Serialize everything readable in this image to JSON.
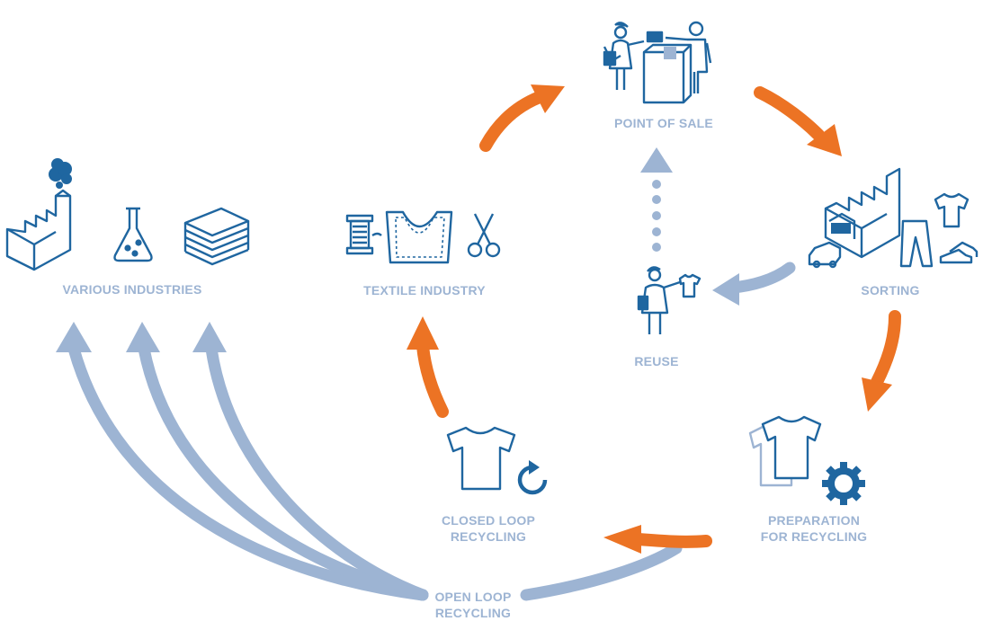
{
  "colors": {
    "orange": "#ec7324",
    "light_blue": "#9db4d3",
    "dark_blue": "#1f66a0",
    "label": "#9db4d3"
  },
  "nodes": {
    "various_industries": {
      "label": "VARIOUS INDUSTRIES",
      "icons": [
        "factory-icon",
        "flask-icon",
        "stacked-sheets-icon"
      ]
    },
    "textile_industry": {
      "label": "TEXTILE INDUSTRY",
      "icons": [
        "thread-spool-icon",
        "garment-pattern-icon",
        "scissors-icon"
      ]
    },
    "point_of_sale": {
      "label": "POINT OF SALE",
      "icons": [
        "shopper-icon",
        "counter-icon",
        "clerk-icon"
      ]
    },
    "sorting": {
      "label": "SORTING",
      "icons": [
        "sorting-plant-icon",
        "truck-icon",
        "trousers-icon",
        "tshirt-icon",
        "shoes-icon"
      ]
    },
    "reuse": {
      "label": "REUSE",
      "icons": [
        "person-with-shirt-icon"
      ]
    },
    "preparation": {
      "label_line1": "PREPARATION",
      "label_line2": "FOR RECYCLING",
      "icons": [
        "tshirt-stack-icon",
        "gear-icon"
      ]
    },
    "closed_loop": {
      "label_line1": "CLOSED LOOP",
      "label_line2": "RECYCLING",
      "icons": [
        "tshirt-icon",
        "recycle-arrow-icon"
      ]
    },
    "open_loop": {
      "label_line1": "OPEN LOOP",
      "label_line2": "RECYCLING"
    }
  }
}
